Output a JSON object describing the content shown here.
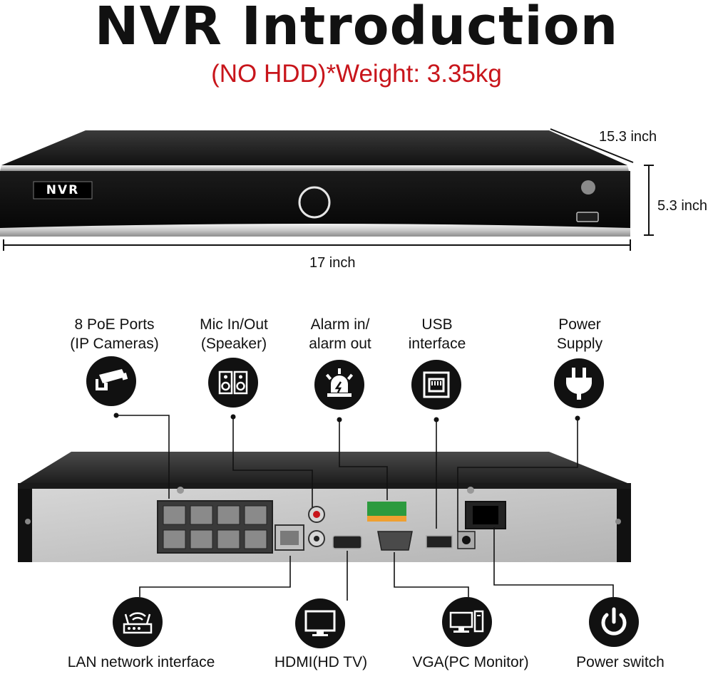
{
  "title": "NVR Introduction",
  "subtitle": "(NO HDD)*Weight: 3.35kg",
  "front_panel": {
    "badge": "NVR",
    "depth": "15.3 inch",
    "height": "5.3 inch",
    "width": "17 inch"
  },
  "top_features": [
    {
      "label1": "8 PoE Ports",
      "label2": "(IP Cameras)",
      "icon": "cctv-camera-icon"
    },
    {
      "label1": "Mic In/Out",
      "label2": "(Speaker)",
      "icon": "speaker-icon"
    },
    {
      "label1": "Alarm in/",
      "label2": "alarm out",
      "icon": "alarm-siren-icon"
    },
    {
      "label1": "USB",
      "label2": "interface",
      "icon": "usb-port-icon"
    },
    {
      "label1": "Power",
      "label2": "Supply",
      "icon": "power-plug-icon"
    }
  ],
  "bottom_features": [
    {
      "label": "LAN network interface",
      "icon": "router-icon"
    },
    {
      "label": "HDMI(HD TV)",
      "icon": "tv-monitor-icon"
    },
    {
      "label": "VGA(PC Monitor)",
      "icon": "pc-computer-icon"
    },
    {
      "label": "Power switch",
      "icon": "power-button-icon"
    }
  ],
  "colors": {
    "subtitle": "#c8151b",
    "icon_bg": "#111111"
  }
}
